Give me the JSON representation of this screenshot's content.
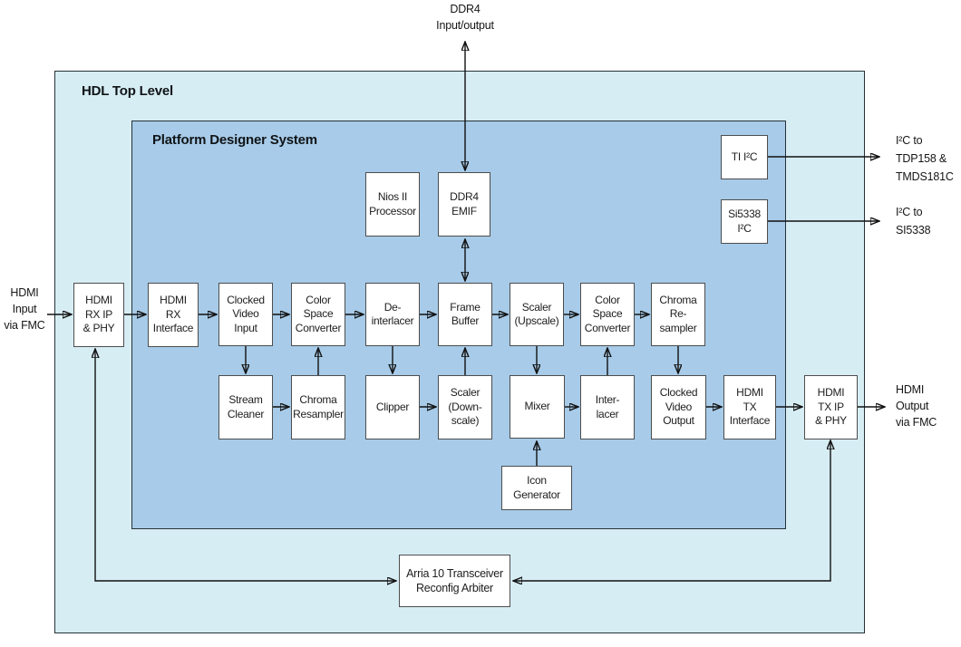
{
  "containers": {
    "hdl_title": "HDL Top Level",
    "pds_title": "Platform Designer System"
  },
  "blocks": {
    "hdmi_rx_ip_phy": "HDMI\nRX IP\n& PHY",
    "hdmi_rx_interface": "HDMI\nRX\nInterface",
    "clocked_video_input": "Clocked\nVideo\nInput",
    "csc_rx": "Color\nSpace\nConverter",
    "de_interlacer": "De-\ninterlacer",
    "frame_buffer": "Frame\nBuffer",
    "scaler_upscale": "Scaler\n(Upscale)",
    "csc_tx": "Color\nSpace\nConverter",
    "chroma_re_sampler": "Chroma\nRe-\nsampler",
    "stream_cleaner": "Stream\nCleaner",
    "chroma_resampler": "Chroma\nResampler",
    "clipper": "Clipper",
    "scaler_downscale": "Scaler\n(Down-\nscale)",
    "mixer": "Mixer",
    "inter_lacer": "Inter-\nlacer",
    "clocked_video_output": "Clocked\nVideo\nOutput",
    "hdmi_tx_interface": "HDMI\nTX\nInterface",
    "hdmi_tx_ip_phy": "HDMI\nTX IP\n& PHY",
    "nios_ii": "Nios II\nProcessor",
    "ddr4_emif": "DDR4\nEMIF",
    "ti_i2c": "TI I²C",
    "si5338_i2c": "Si5338\nI²C",
    "icon_generator": "Icon\nGenerator",
    "arria_arbiter": "Arria 10 Transceiver\nReconfig Arbiter"
  },
  "external_labels": {
    "ddr4_io": "DDR4\nInput/output",
    "hdmi_input": "HDMI\nInput\nvia FMC",
    "i2c_tdp": "I²C to\nTDP158 &\nTMDS181C",
    "i2c_si5338": "I²C to\nSI5338",
    "hdmi_output": "HDMI\nOutput\nvia FMC"
  },
  "colors": {
    "outer_fill": "#d7edf4",
    "inner_fill": "#a7cbe8",
    "box_fill": "#ffffff",
    "box_border": "#4d4d4d",
    "container_border": "#263238",
    "wire_color": "#111111"
  }
}
